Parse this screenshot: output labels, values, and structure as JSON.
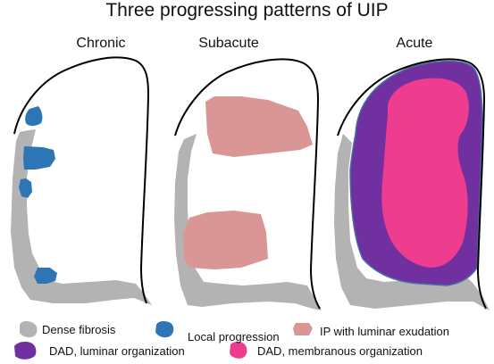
{
  "title": "Three progressing patterns of UIP",
  "panels": [
    {
      "label": "Chronic"
    },
    {
      "label": "Subacute"
    },
    {
      "label": "Acute"
    }
  ],
  "legend": [
    {
      "label": "Dense fibrosis",
      "color": "#b3b3b3"
    },
    {
      "label": "Local progression",
      "color": "#2e75b6"
    },
    {
      "label": "IP with luminar exudation",
      "color": "#d99694"
    },
    {
      "label": "DAD, luminar organization",
      "color": "#7030a0"
    },
    {
      "label": "DAD, membranous organization",
      "color": "#ee3d8f"
    }
  ],
  "colors": {
    "outline": "#000000",
    "fibrosis": "#b3b3b3",
    "local_progression": "#2e75b6",
    "luminar_exudation": "#d99694",
    "dad_luminar": "#7030a0",
    "dad_membranous": "#ee3d8f"
  }
}
